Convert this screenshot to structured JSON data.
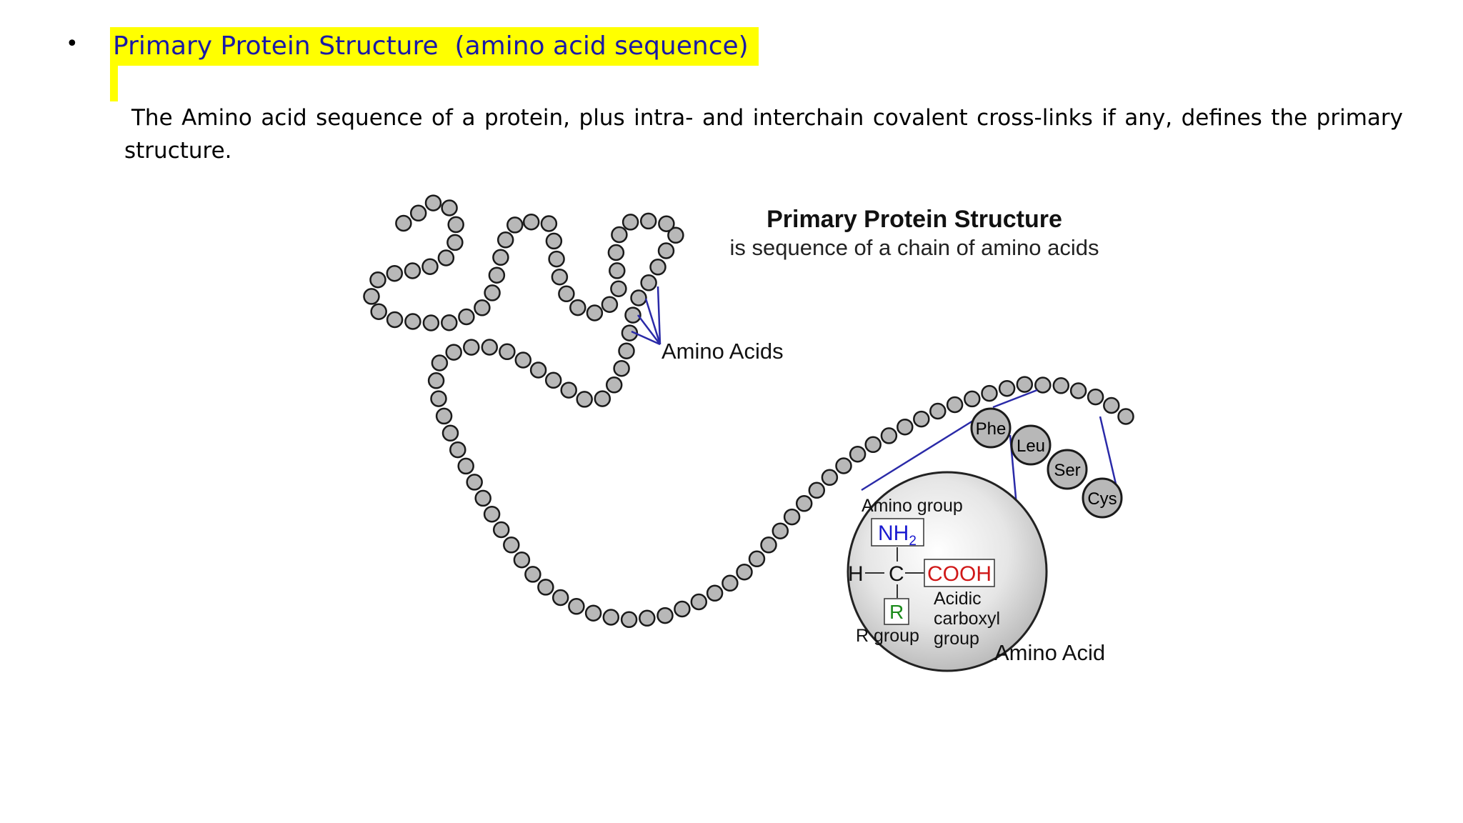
{
  "slide": {
    "bullet": "•",
    "heading": "Primary Protein Structure  (amino acid sequence)",
    "paragraph": "The Amino acid sequence of a protein, plus intra- and interchain covalent cross-links if any, defines the primary structure."
  },
  "diagram": {
    "title": "Primary Protein Structure",
    "subtitle": "is sequence of a chain of amino acids",
    "amino_acids_label": "Amino Acids",
    "residues": [
      "Phe",
      "Leu",
      "Ser",
      "Cys"
    ],
    "inset": {
      "amino_group_label": "Amino group",
      "nh2_main": "NH",
      "nh2_sub": "2",
      "h_label": "H",
      "c_label": "C",
      "cooh_label": "COOH",
      "r_label": "R",
      "r_group_label": "R group",
      "acidic_label": "Acidic",
      "carboxyl_label": "carboxyl",
      "group_label": "group",
      "amino_acid_label": "Amino Acid"
    },
    "colors": {
      "highlight": "#ffff00",
      "heading_text": "#1a1aa6",
      "bead_fill": "#b8b8b8",
      "link_line": "#2a2aa8",
      "nh2": "#1a1ad0",
      "cooh": "#d01818",
      "r_group": "#1a8a1a"
    }
  }
}
